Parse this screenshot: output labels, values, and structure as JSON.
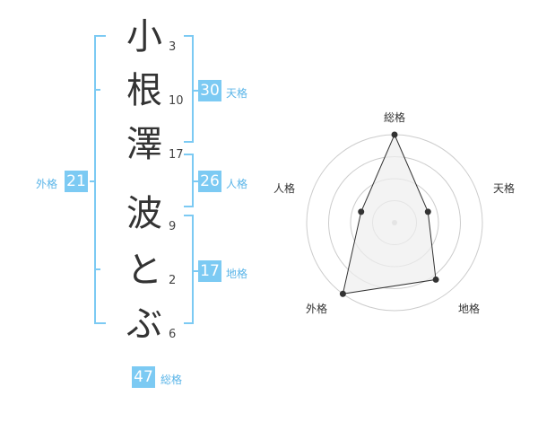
{
  "colors": {
    "accent": "#7ccaf3",
    "accent_text": "#5bb5e8",
    "grid": "#cccccc",
    "fill": "#eeeeee",
    "point": "#333333"
  },
  "name": {
    "chars": [
      {
        "char": "小",
        "strokes": "3"
      },
      {
        "char": "根",
        "strokes": "10"
      },
      {
        "char": "澤",
        "strokes": "17"
      },
      {
        "char": "波",
        "strokes": "9"
      },
      {
        "char": "と",
        "strokes": "2"
      },
      {
        "char": "ぶ",
        "strokes": "6"
      }
    ]
  },
  "fortune": {
    "tenkaku": {
      "value": "30",
      "label": "天格"
    },
    "jinkaku": {
      "value": "26",
      "label": "人格"
    },
    "chikaku": {
      "value": "17",
      "label": "地格"
    },
    "gaikaku": {
      "value": "21",
      "label": "外格"
    },
    "soukaku": {
      "value": "47",
      "label": "総格"
    }
  },
  "chart_data": {
    "type": "radar",
    "axes": [
      "総格",
      "天格",
      "地格",
      "外格",
      "人格"
    ],
    "values": [
      5,
      2,
      4,
      5,
      2
    ],
    "max": 5,
    "rings": 4
  }
}
